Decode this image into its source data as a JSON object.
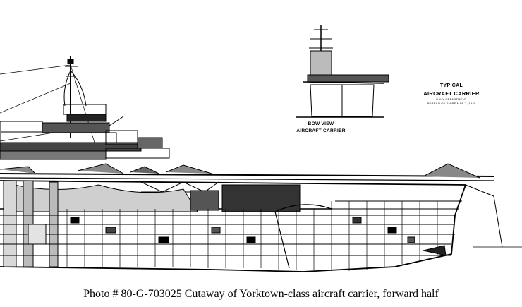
{
  "title_block": {
    "line1": "TYPICAL",
    "line2": "AIRCRAFT CARRIER",
    "line3": "NAVY DEPARTMENT",
    "line4": "BUREAU OF SHIPS   MAR 7, 1945"
  },
  "bow_view": {
    "line1": "BOW VIEW",
    "line2": "AIRCRAFT  CARRIER"
  },
  "caption": "Photo #  80-G-703025   Cutaway of Yorktown-class aircraft carrier, forward half",
  "colors": {
    "ink": "#000000",
    "paper": "#ffffff"
  }
}
